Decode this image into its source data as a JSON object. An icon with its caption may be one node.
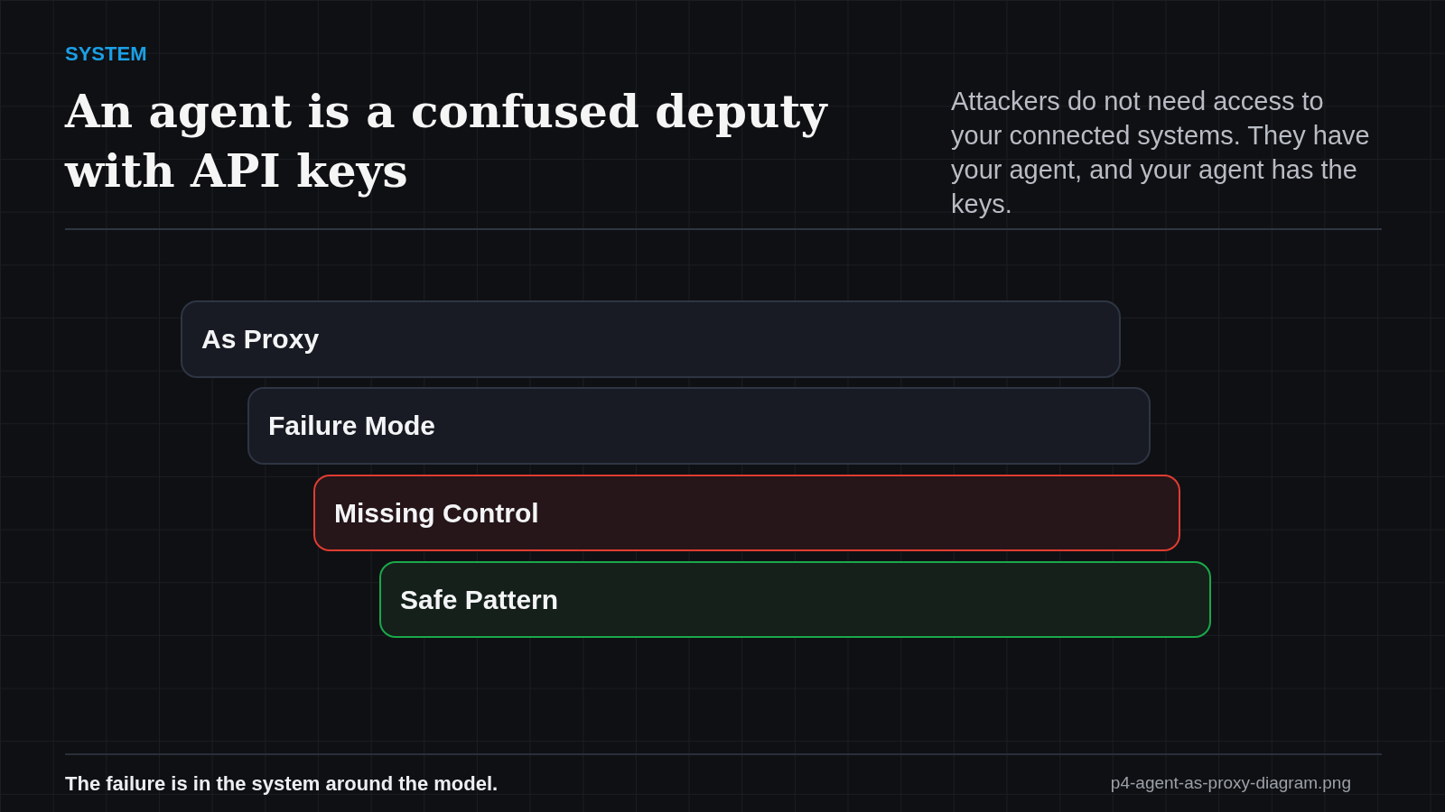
{
  "diagram": {
    "title": "An agent is a confused deputy with API keys",
    "caption": "The failure is in the system around the model.",
    "nodes": [
      {
        "text": [
          "As Proxy"
        ]
      },
      {
        "text": [
          "Failure Mode"
        ]
      },
      {
        "text": [
          "Missing Control"
        ]
      },
      {
        "text": [
          "Safe Pattern"
        ]
      }
    ],
    "labels": [
      "SYSTEM",
      "Attackers do not need access to your connected systems. They have your agent, and your agent has the keys.",
      "p4-agent-as-proxy-diagram.png"
    ]
  }
}
